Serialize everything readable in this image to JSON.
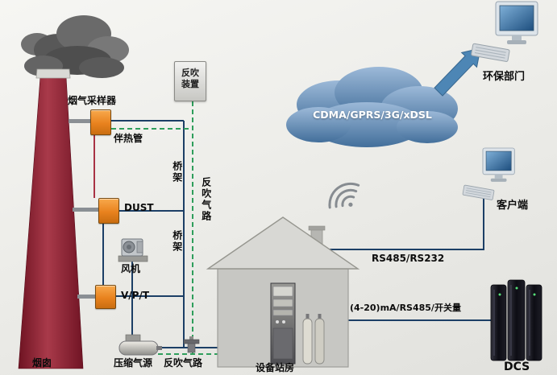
{
  "colors": {
    "chimney_red": "#8e1f30",
    "instrument_orange": "#e8821e",
    "network_cloud_blue": "#4c7dab",
    "uplink_arrow_blue": "#4d86b5",
    "signal_line_blue": "#1c3f66",
    "gas_line_green": "#2e9e5b"
  },
  "stack": {
    "chimney_label": "烟囱",
    "sampler_label": "烟气采样器",
    "heat_pipe_label": "伴热管",
    "dust_label": "DUST",
    "fan_label": "风机",
    "vpt_label": "V/P/T"
  },
  "piping": {
    "blowback_device_label": "反吹装置",
    "bridge_upper_label": "桥架",
    "bridge_lower_label": "桥架",
    "blowback_path_side_label": "反吹气路",
    "blowback_path_bottom_label": "反吹气路",
    "compressed_air_label": "压缩气源"
  },
  "station": {
    "label": "设备站房"
  },
  "network": {
    "cloud_label": "CDMA/GPRS/3G/xDSL",
    "epa_label": "环保部门",
    "client_label": "客户端",
    "rs485_label": "RS485/RS232",
    "dcs_link_label": "(4-20)mA/RS485/开关量",
    "dcs_label": "DCS"
  }
}
